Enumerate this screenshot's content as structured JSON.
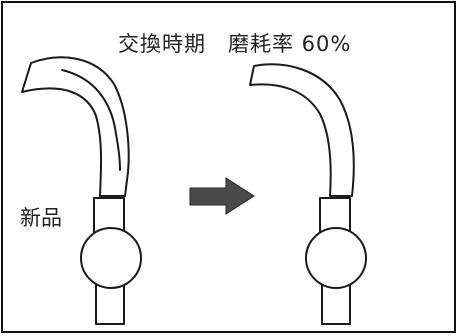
{
  "captions": {
    "replacement": "交換時期",
    "wear_rate": "磨耗率 60%",
    "new": "新品"
  },
  "colors": {
    "line": "#1a1a1a",
    "arrow": "#4a4a4a",
    "background": "#ffffff"
  },
  "icons": {
    "transition": "right-arrow"
  }
}
